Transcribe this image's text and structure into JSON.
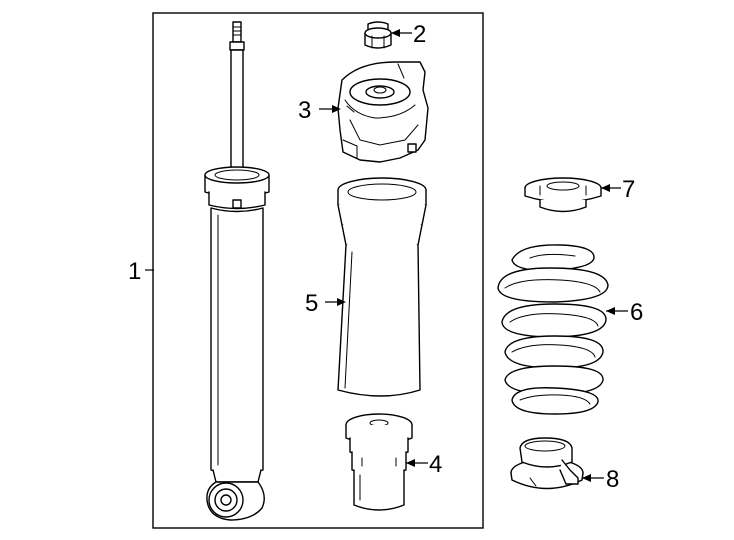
{
  "diagram": {
    "callouts": [
      {
        "id": "1",
        "label": "1"
      },
      {
        "id": "2",
        "label": "2"
      },
      {
        "id": "3",
        "label": "3"
      },
      {
        "id": "4",
        "label": "4"
      },
      {
        "id": "5",
        "label": "5"
      },
      {
        "id": "6",
        "label": "6"
      },
      {
        "id": "7",
        "label": "7"
      },
      {
        "id": "8",
        "label": "8"
      }
    ],
    "colors": {
      "stroke": "#000000",
      "fill": "#ffffff",
      "background": "#ffffff"
    }
  }
}
